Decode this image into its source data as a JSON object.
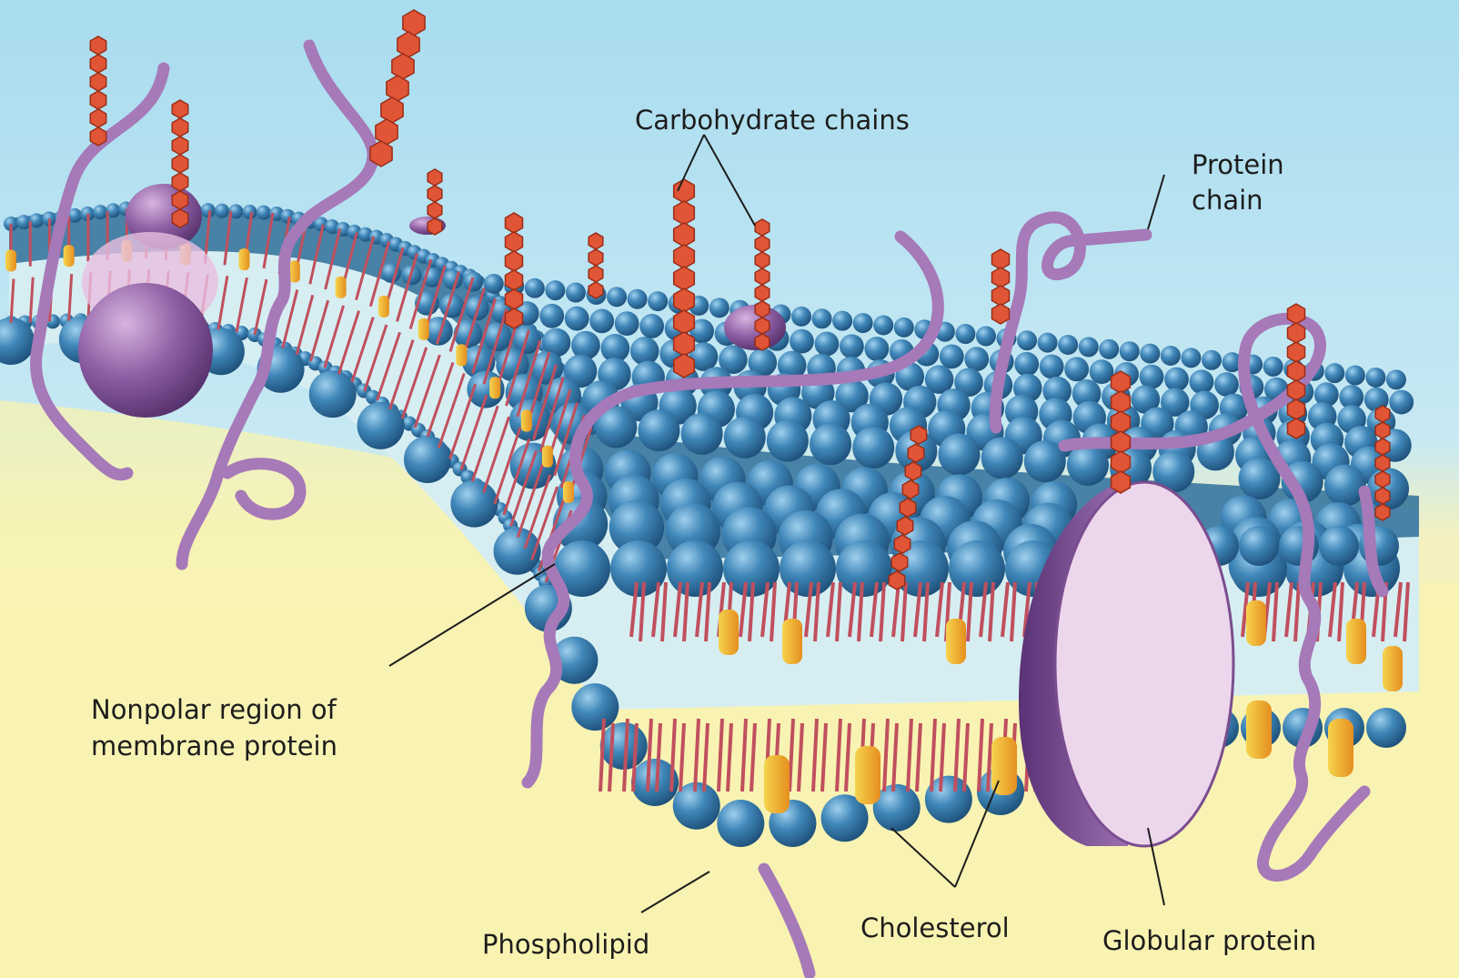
{
  "diagram": {
    "labels": {
      "carbohydrate_chains": "Carbohydrate chains",
      "protein_chain_line1": "Protein",
      "protein_chain_line2": "chain",
      "nonpolar_line1": "Nonpolar region of",
      "nonpolar_line2": "membrane protein",
      "phospholipid": "Phospholipid",
      "cholesterol": "Cholesterol",
      "globular_protein": "Globular protein"
    },
    "colors": {
      "extracellular": "#aee0f0",
      "intracellular": "#f7f1a8",
      "phospholipid_head": "#3f86b8",
      "lipid_tail": "#c0505e",
      "cholesterol": "#f2b53a",
      "protein": "#9a70a8",
      "carbohydrate": "#e05536",
      "core": "#d6eef2"
    }
  }
}
